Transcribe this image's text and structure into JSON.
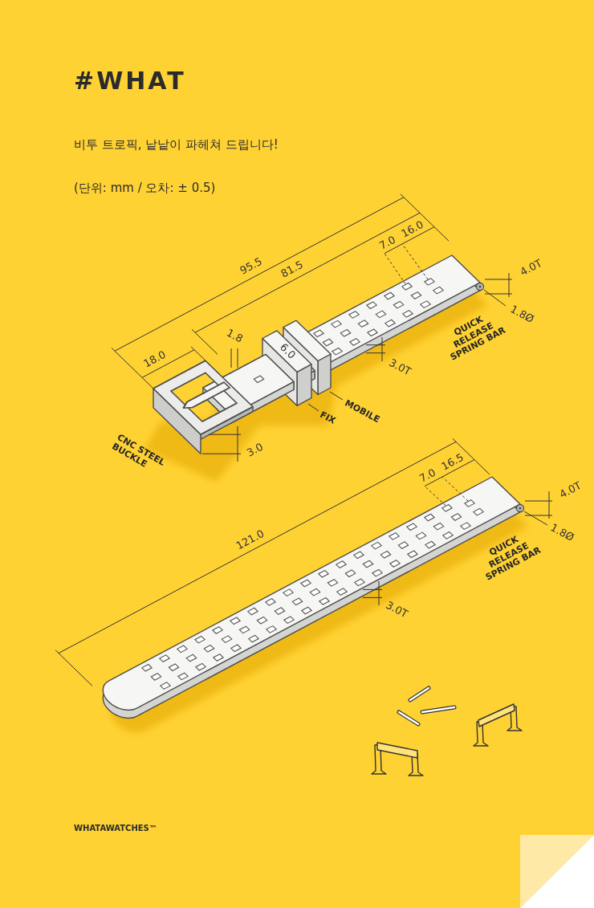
{
  "diagram": {
    "title": "#WHAT",
    "labels": [
      "비투 트로픽, 낱낱이 파헤쳐 드립니다!",
      "(단위: mm / 오차: ± 0.5)",
      "7.0",
      "16.0",
      "95.5",
      "81.5",
      "4.0T",
      "1.8",
      "1.8Ø",
      "QUICK RELEASE SPRING BAR",
      "18.0",
      "6.0",
      "3.0T",
      "MOBILE",
      "FIX",
      "CNC STEEL BUCKLE",
      "3.0",
      "7.0",
      "16.5",
      "4.0T",
      "121.0",
      "1.8Ø",
      "QUICK RELEASE SPRING BAR",
      "3.0T",
      "WHATAWATCHES™"
    ]
  }
}
